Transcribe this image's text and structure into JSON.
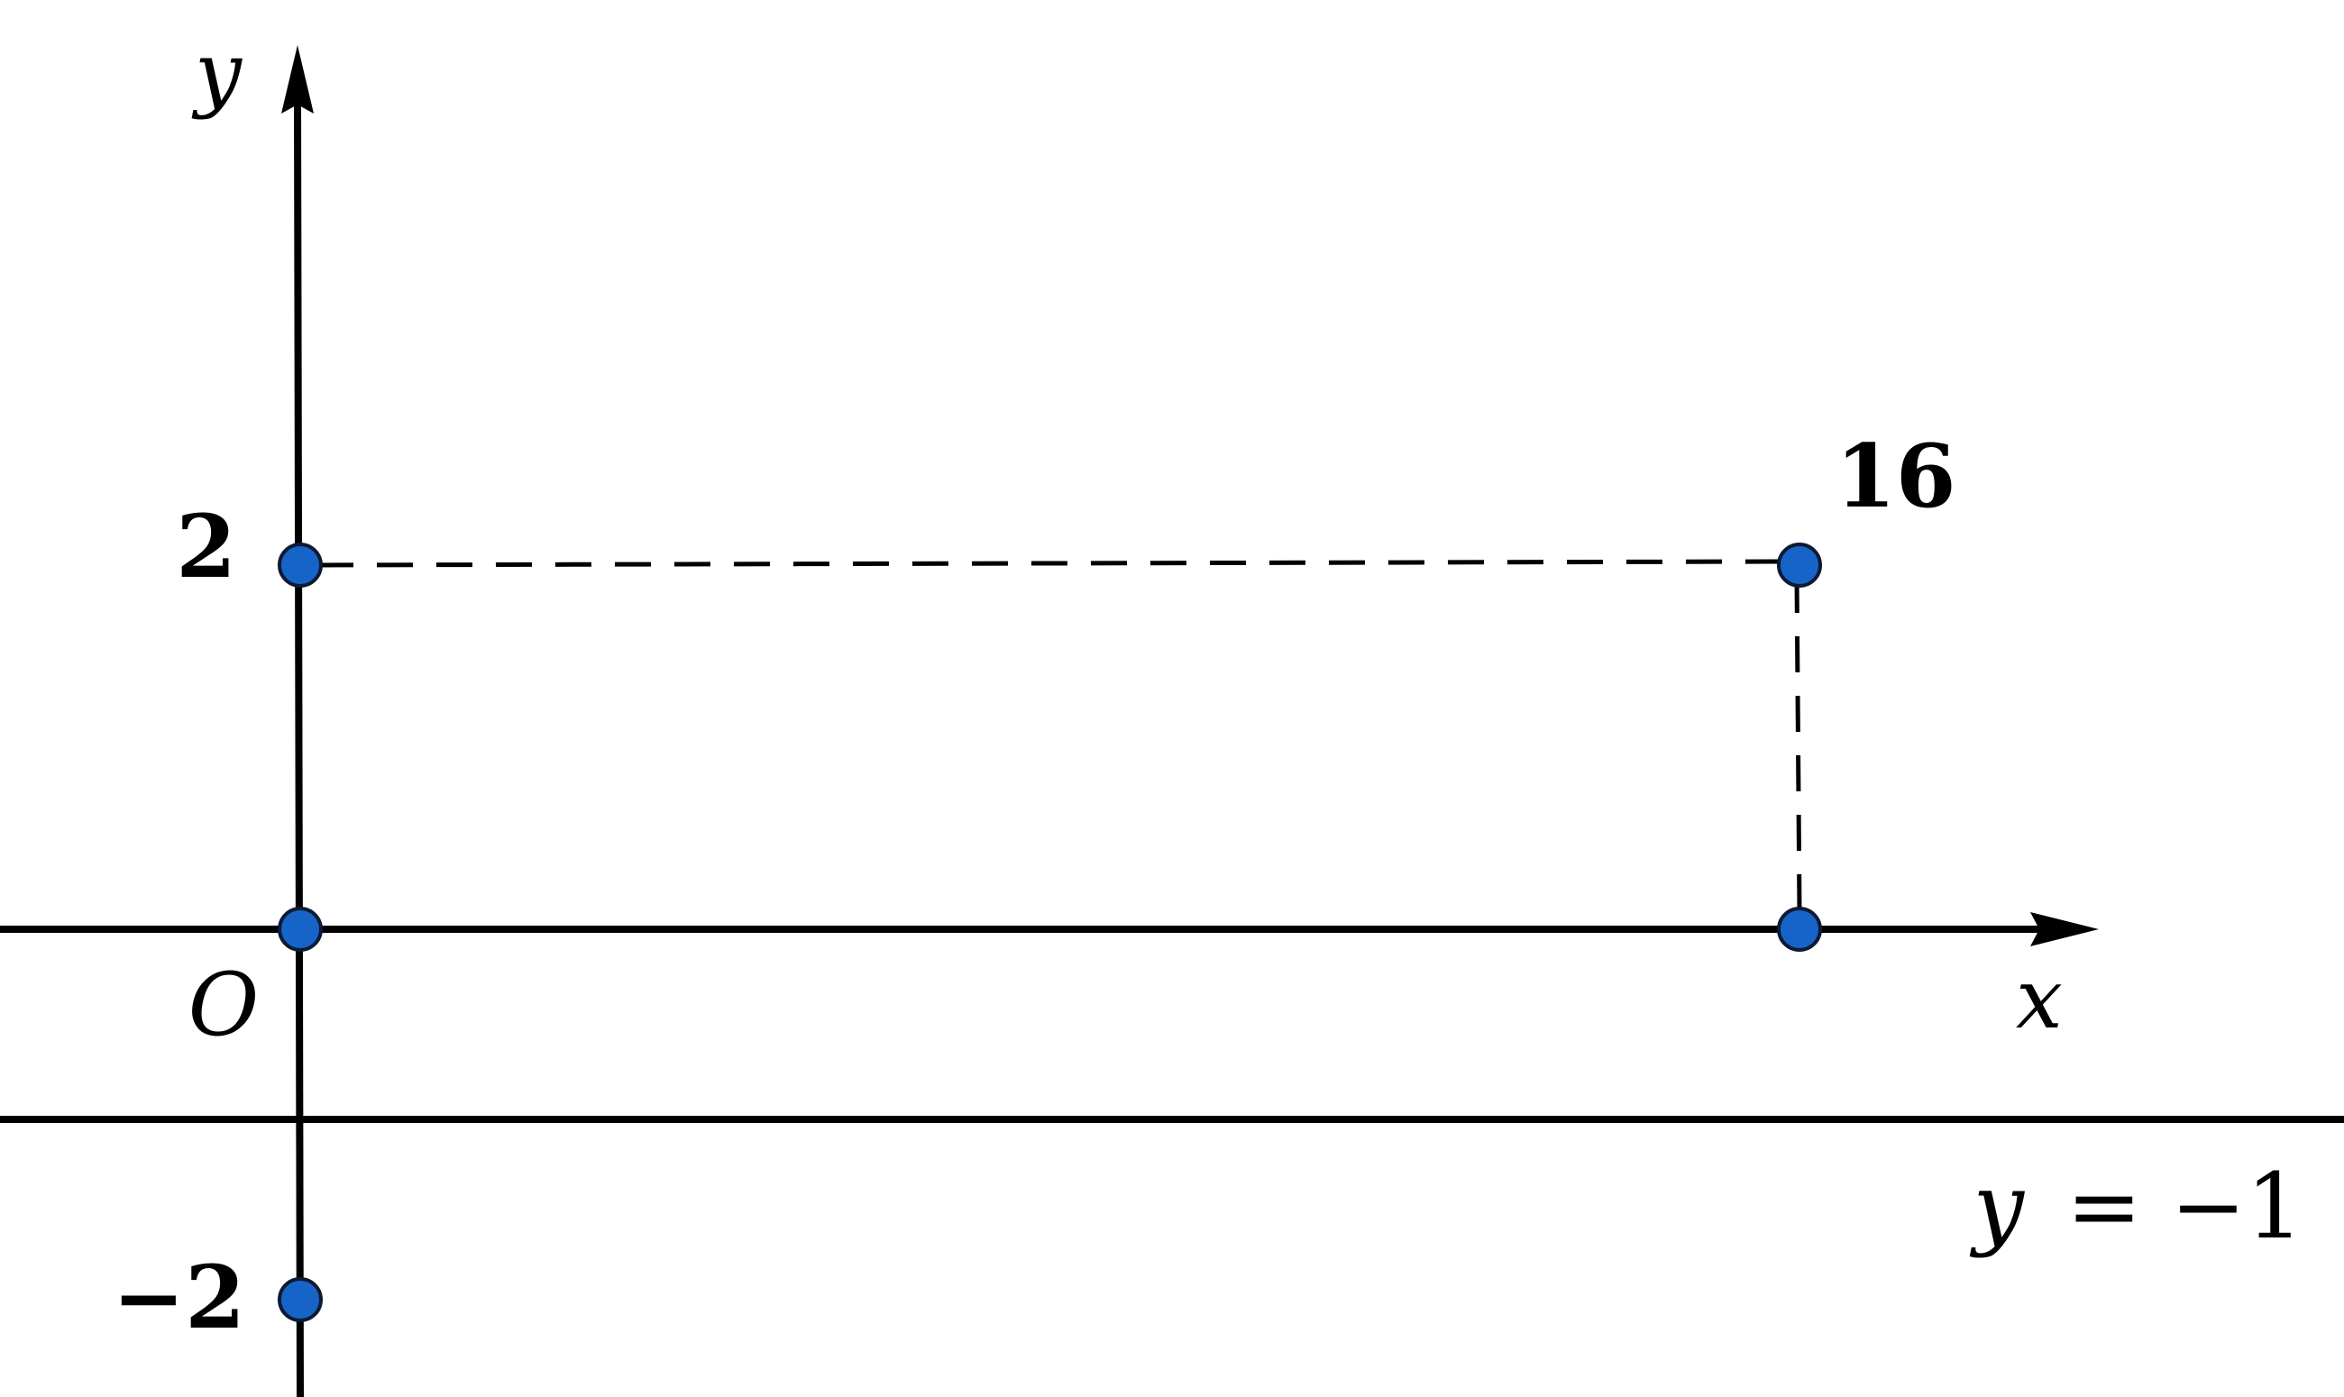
{
  "axes": {
    "x_label": "x",
    "y_label": "y",
    "origin_label": "O"
  },
  "labels": {
    "y_two": "2",
    "y_neg_two": "−2",
    "x_sixteen": "16"
  },
  "asymptote": {
    "lhs": "y",
    "rhs": "= −1"
  },
  "points": [
    {
      "name": "point-origin",
      "x": 0,
      "y": 0
    },
    {
      "name": "point-y-2",
      "x": 0,
      "y": 2
    },
    {
      "name": "point-y-neg-2",
      "x": 0,
      "y": -2
    },
    {
      "name": "point-x-16",
      "x": 16,
      "y": 0
    },
    {
      "name": "point-16-2",
      "x": 16,
      "y": 2
    }
  ],
  "colors": {
    "point_fill": "#1764c8",
    "line": "#000000"
  }
}
